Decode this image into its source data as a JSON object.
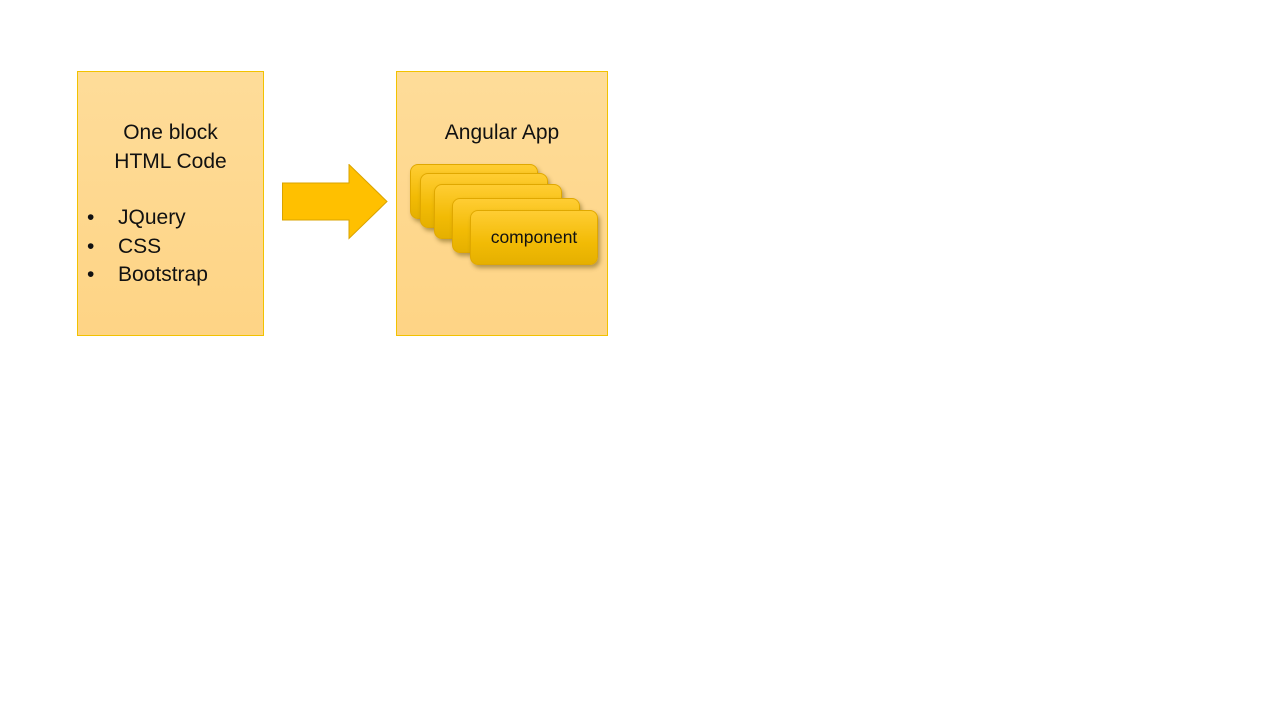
{
  "left_block": {
    "title_line1": "One block",
    "title_line2": "HTML Code",
    "bullets": [
      "JQuery",
      "CSS",
      "Bootstrap"
    ],
    "bullet_symbol": "•"
  },
  "right_block": {
    "title": "Angular App",
    "component_label": "component"
  },
  "colors": {
    "panel_fill": "#FEDA95",
    "panel_border": "#F2C200",
    "arrow_fill": "#FFC000",
    "card_fill": "#F7BF0A"
  }
}
